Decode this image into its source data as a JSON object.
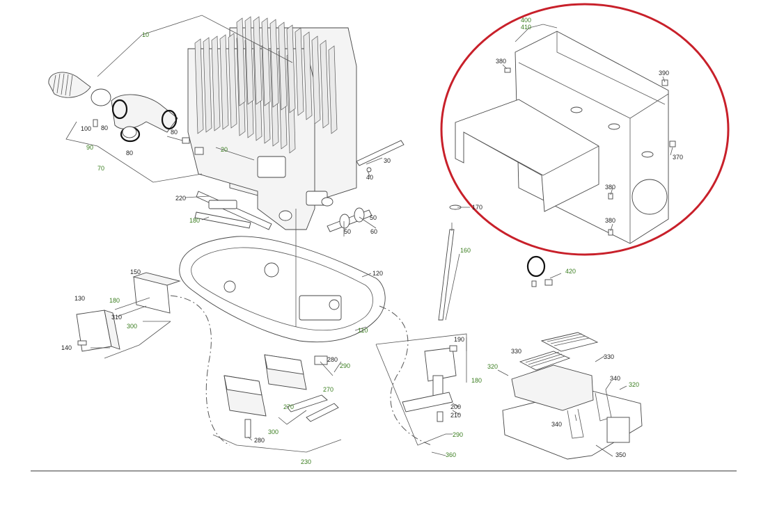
{
  "diagram": {
    "highlight_color": "#c8202a",
    "label_colors": {
      "black": "#222222",
      "green": "#3a7d1f"
    },
    "labels": {
      "p10": "10",
      "p20": "20",
      "p30": "30",
      "p40": "40",
      "p50a": "50",
      "p50b": "50",
      "p60": "60",
      "p70": "70",
      "p80a": "80",
      "p80b": "80",
      "p80c": "80",
      "p90": "90",
      "p100": "100",
      "p110": "110",
      "p120": "120",
      "p130": "130",
      "p140": "140",
      "p150": "150",
      "p160": "160",
      "p170": "170",
      "p180a": "180",
      "p180b": "180",
      "p180c": "180",
      "p190": "190",
      "p200": "200",
      "p210": "210",
      "p220": "220",
      "p230": "230",
      "p270a": "270",
      "p270b": "270",
      "p280a": "280",
      "p280b": "280",
      "p290a": "290",
      "p290b": "290",
      "p300a": "300",
      "p300b": "300",
      "p310": "310",
      "p320a": "320",
      "p320b": "320",
      "p330a": "330",
      "p330b": "330",
      "p340a": "340",
      "p340b": "340",
      "p350": "350",
      "p360": "360",
      "p370": "370",
      "p380a": "380",
      "p380b": "380",
      "p380c": "380",
      "p390": "390",
      "p400": "400",
      "p410": "410",
      "p420": "420"
    }
  }
}
